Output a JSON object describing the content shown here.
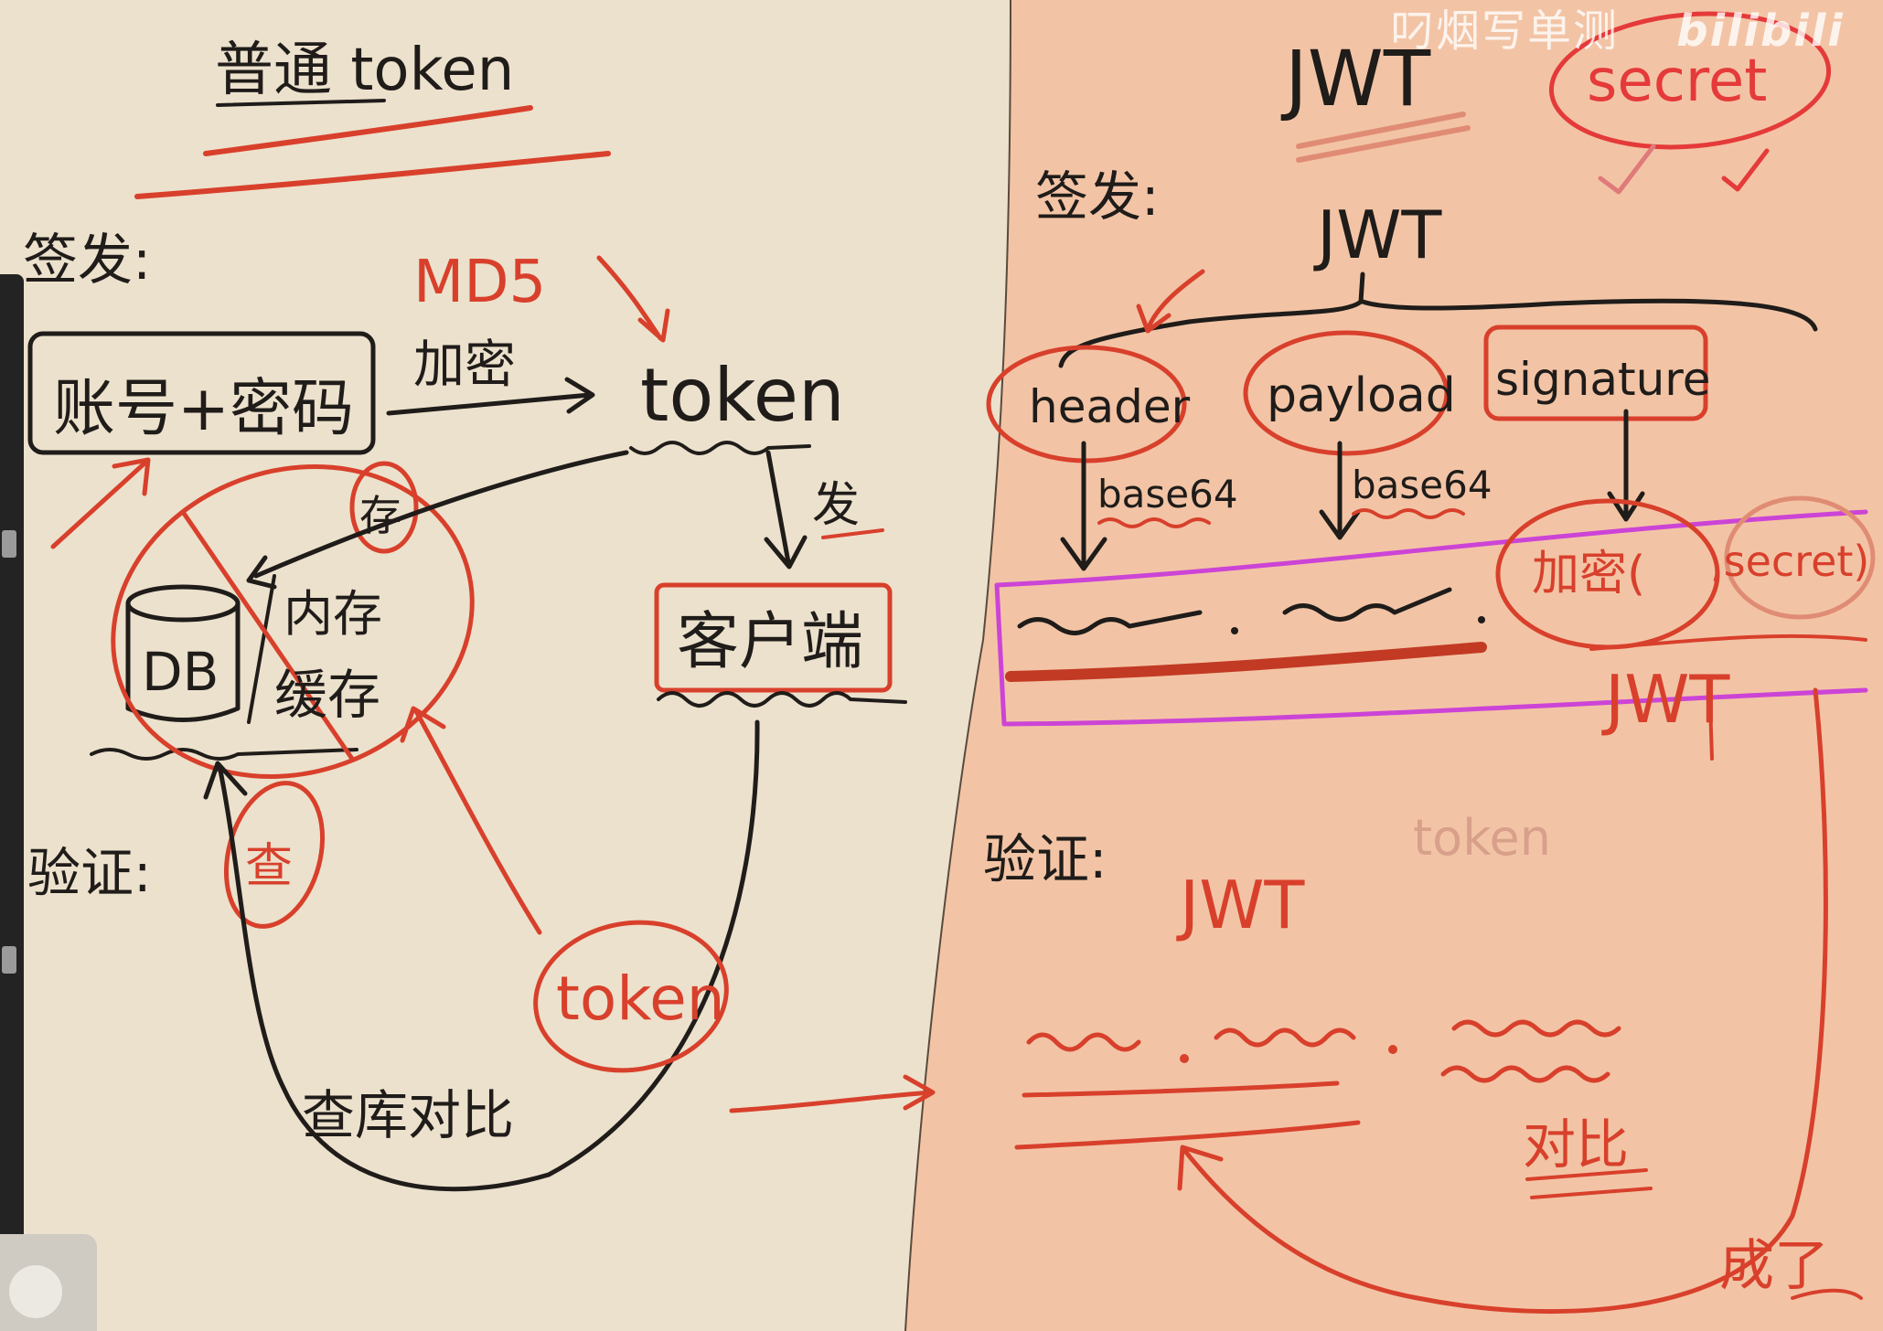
{
  "watermark": {
    "text": "叼烟写单测",
    "logo": "bilibili"
  },
  "left_panel": {
    "title": "普通 token",
    "issue_label": "签发:",
    "credentials_box": "账号+密码",
    "encrypt_label": "加密",
    "algo_label": "MD5",
    "token_label": "token",
    "send_label": "发",
    "client_box": "客户端",
    "db_label": "DB",
    "cache_label_top": "内存",
    "cache_label_bottom": "缓存",
    "store_label": "存",
    "verify_label": "验证:",
    "check_label": "查",
    "token_circle": "token",
    "compare_label": "查库对比"
  },
  "right_panel": {
    "title": "JWT",
    "secret_label": "secret",
    "issue_label": "签发:",
    "root_label": "JWT",
    "parts": [
      "header",
      "payload",
      "signature"
    ],
    "base64_header": "base64",
    "base64_payload": "base64",
    "encrypt_label": "加密(",
    "encrypt_secret": ",secret)",
    "jwt_result": "JWT",
    "faded_token": "token",
    "verify_label": "验证:",
    "verify_jwt": "JWT",
    "compare_label": "对比",
    "success_label": "成了"
  },
  "colors": {
    "left_background": "#ece1cc",
    "right_background": "#f2c4a5",
    "ink": "#1f1c1a",
    "red_ink": "#d8402c",
    "magenta": "#cc44d6"
  }
}
